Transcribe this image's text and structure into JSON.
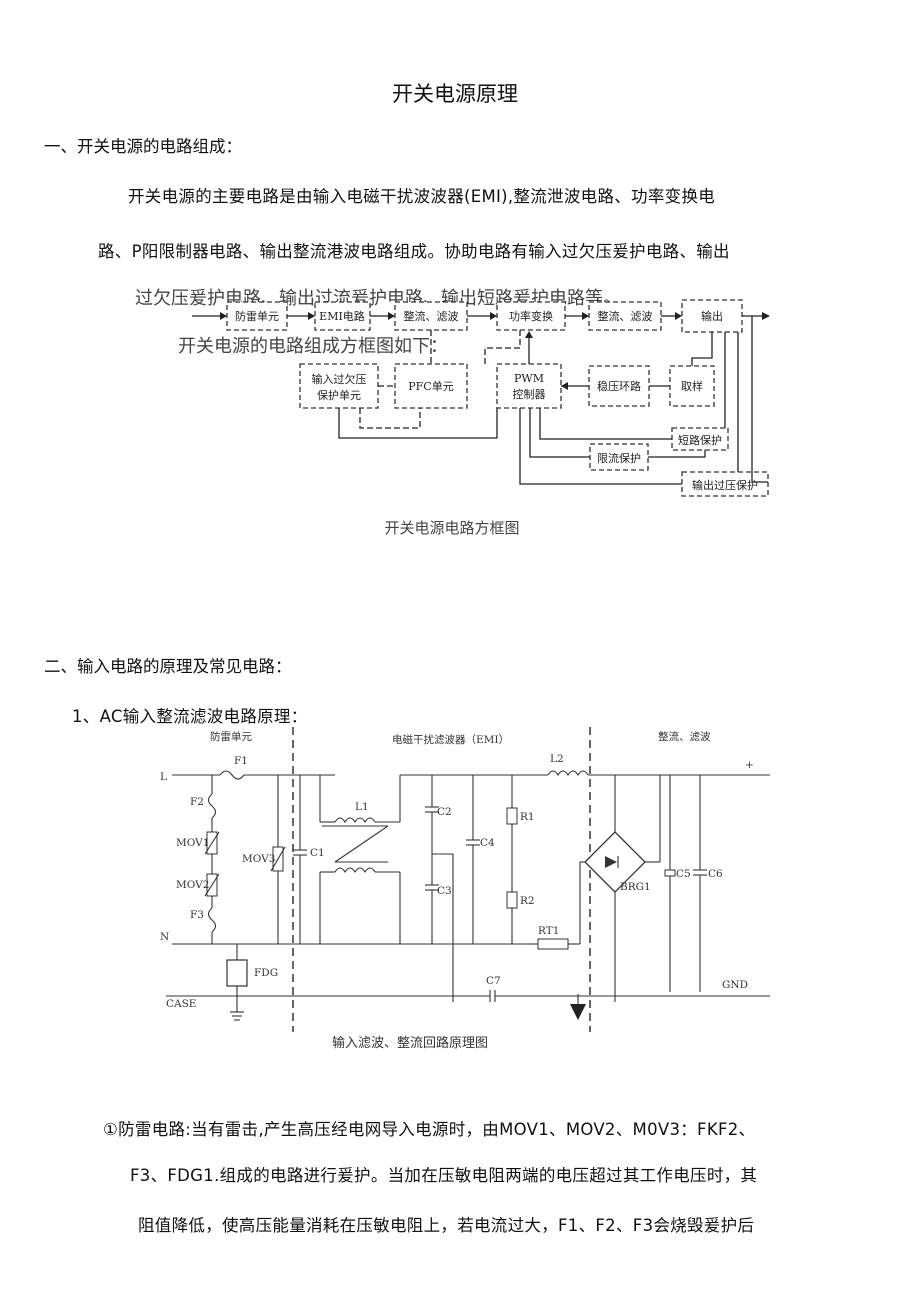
{
  "title": "开关电源原理",
  "section1": {
    "heading": "一、开关电源的电路组成：",
    "para_line1": "开关电源的主要电路是由输入电磁干扰波波器(EMI),整流泄波电路、功率变换电",
    "para_line2": "路、P阳限制器电路、输出整流港波电路组成。协助电路有输入过欠压爰护电路、输出",
    "overlay_line1": "过欠压爰护电路、输出过流爰护电路、输出短路爰护电路等。",
    "overlay_line2": "开关电源的电路组成方框图如下："
  },
  "block_diagram": {
    "blocks": {
      "lightning": "防雷单元",
      "emi": "EMI电路",
      "rectify1": "整流、滤波",
      "power": "功率变换",
      "rectify2": "整流、滤波",
      "output": "输出",
      "ovuv_1": "输入过欠压",
      "ovuv_2": "保护单元",
      "pfc": "PFC单元",
      "pwm_1": "PWM",
      "pwm_2": "控制器",
      "regulator": "稳压环路",
      "sample": "取样",
      "short": "短路保护",
      "current_limit": "限流保护",
      "output_ov": "输出过压保护"
    },
    "caption": "开关电源电路方框图"
  },
  "section2": {
    "heading": "二、输入电路的原理及常见电路：",
    "sub1": "1、AC输入整流滤波电路原理："
  },
  "schematic": {
    "zone_lightning": "防雷单元",
    "zone_emi": "电磁干扰滤波器（EMI）",
    "zone_rectify": "整流、滤波",
    "labels": {
      "L": "L",
      "N": "N",
      "case": "CASE",
      "gnd": "GND",
      "plus": "+",
      "F1": "F1",
      "F2": "F2",
      "F3": "F3",
      "MOV1": "MOV1",
      "MOV2": "MOV2",
      "MOV3": "MOV3",
      "FDG": "FDG",
      "C1": "C1",
      "L1": "L1",
      "C2": "C2",
      "C3": "C3",
      "C4": "C4",
      "R1": "R1",
      "R2": "R2",
      "L2": "L2",
      "RT1": "RT1",
      "C7": "C7",
      "BRG1": "BRG1",
      "C5": "C5",
      "C6": "C6"
    },
    "caption": "输入滤波、整流回路原理图"
  },
  "para_lightning": {
    "line1": "①防雷电路:当有雷击,产生高压经电网导入电源时，由MOV1、MOV2、M0V3：FKF2、",
    "line2": "F3、FDG1.组成的电路进行爰护。当加在压敏电阻两端的电压超过其工作电压时，其",
    "line3": "阻值降低，使高压能量消耗在压敏电阻上，若电流过大，F1、F2、F3会烧毁爰护后"
  }
}
